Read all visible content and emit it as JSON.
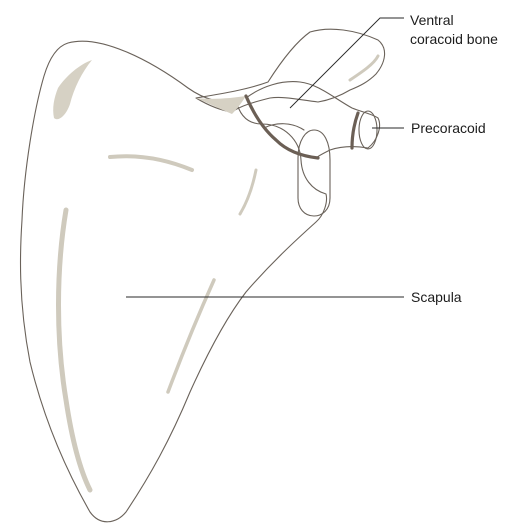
{
  "labels": {
    "ventral_coracoid": {
      "line1": "Ventral",
      "line2": "coracoid bone"
    },
    "precoracoid": "Precoracoid",
    "scapula": "Scapula"
  },
  "colors": {
    "bone_fill": "#f6f5f2",
    "bone_outline": "#6a625a",
    "ridge": "#cfcabd",
    "suture": "#6b5f55",
    "leader_line": "#2a2a2a"
  }
}
